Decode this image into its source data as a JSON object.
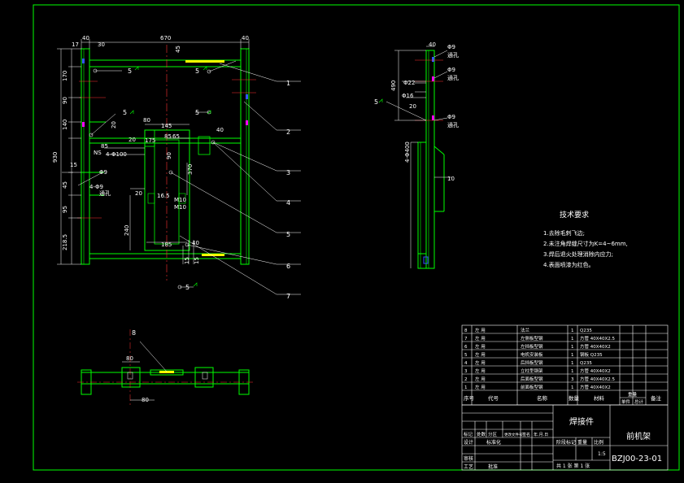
{
  "colors": {
    "background": "#000000",
    "frame": "#00ff00",
    "outline": "#ffffff",
    "center_line": "#ff3333",
    "dimension": "#ffffff",
    "weld_symbol": "#00ff00",
    "hatch": "#ffff00",
    "blue_mark": "#3355ff",
    "magenta_mark": "#ff00ff"
  },
  "front_view": {
    "dims_top": [
      "40",
      "670",
      "40"
    ],
    "dim_17": "17",
    "dim_30": "30",
    "dims_left_vertical": [
      "170",
      "90",
      "140",
      "15",
      "45",
      "95",
      "218.5"
    ],
    "dim_overall_height": "930",
    "dim_45": "45",
    "dim_20a": "20",
    "dim_20b": "20",
    "dim_ns": "NS",
    "dim_4_100": "4-Φ100",
    "dim_85_left": "85",
    "dim_80": "80",
    "dim_145": "145",
    "dim_85_center": "85",
    "dim_65": "65",
    "dim_40": "40",
    "dim_175": "175",
    "dim_20c": "20",
    "dim_370": "370",
    "dim_90": "90",
    "dim_m10a": "M10",
    "dim_m10b": "M10",
    "dim_16_5": "16.5",
    "dim_240": "240",
    "dim_185": "185",
    "dim_40b": "40",
    "dim_15b": "15",
    "dim_15c": "15",
    "phi_label": "4-Φ9",
    "hole_note": "Φ9",
    "hole_note2": "通孔",
    "weld_labels": [
      "5",
      "5",
      "5",
      "5",
      "5"
    ]
  },
  "side_view": {
    "dim_40": "40",
    "dim_490": "490",
    "dim_20": "20",
    "dim_phi22": "Φ22",
    "dim_phi16": "Φ16",
    "dim_4_400": "4-Φ400",
    "dim_10": "10",
    "weld_label": "5",
    "callout_9a": "Φ9",
    "callout_9a_note": "通孔",
    "callout_9b": "Φ9",
    "callout_9b_note": "通孔",
    "callout_9c": "Φ9",
    "callout_9c_note": "通孔"
  },
  "balloons": [
    "1",
    "2",
    "3",
    "4",
    "5",
    "6",
    "7"
  ],
  "bottom_view": {
    "balloon": "8",
    "dim_80a": "80",
    "dim_80b": "80"
  },
  "tech_requirements": {
    "title": "技术要求",
    "items": [
      "1.去除毛刺飞边;",
      "2.未注角焊缝尺寸为K=4~6mm,",
      "3.焊后退火处理消除内应力;",
      "4.表面喷漆为红色。"
    ]
  },
  "parts_list": {
    "rows": [
      {
        "no": "8",
        "code": "左 用",
        "name": "法兰",
        "qty": "1",
        "material": "Q235",
        "note": ""
      },
      {
        "no": "7",
        "code": "左 用",
        "name": "左侧板型钢",
        "qty": "1",
        "material": "方管 40X40X2.5",
        "note": ""
      },
      {
        "no": "6",
        "code": "左 用",
        "name": "左挡板型钢",
        "qty": "1",
        "material": "方管 40X40X2",
        "note": ""
      },
      {
        "no": "5",
        "code": "左 用",
        "name": "电机安装板",
        "qty": "1",
        "material": "钢板 Q235",
        "note": ""
      },
      {
        "no": "4",
        "code": "左 用",
        "name": "后挡板型钢",
        "qty": "1",
        "material": "Q235",
        "note": ""
      },
      {
        "no": "3",
        "code": "左 用",
        "name": "立柱型钢架",
        "qty": "1",
        "material": "方管 40X40X2",
        "note": ""
      },
      {
        "no": "2",
        "code": "左 用",
        "name": "后面板型钢",
        "qty": "3",
        "material": "方管 40X40X2.5",
        "note": ""
      },
      {
        "no": "1",
        "code": "左 用",
        "name": "前面板型钢",
        "qty": "1",
        "material": "方管 40X40X2",
        "note": ""
      }
    ],
    "header": [
      "序号",
      "代号",
      "名称",
      "数量",
      "材料",
      "单件",
      "总计",
      "备注"
    ],
    "header_weight": "重量"
  },
  "title_block": {
    "drawing_title": "焊接件",
    "part_name": "前机架",
    "drawing_number": "BZJ00-23-01",
    "left_labels": [
      "标记",
      "处数",
      "分区",
      "更改文件号",
      "签名",
      "年.月.日"
    ],
    "role_labels": [
      "设计",
      "审核",
      "工艺",
      "标准化",
      "批准"
    ],
    "stage_labels": [
      "阶段标记",
      "重量",
      "比例"
    ],
    "scale": "1:5",
    "sheet": "共 1 张  第 1 张"
  }
}
